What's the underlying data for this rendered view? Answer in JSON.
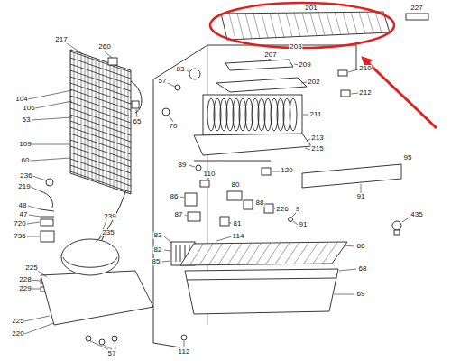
{
  "diagram": {
    "labels": [
      "201",
      "227",
      "217",
      "260",
      "83",
      "57",
      "207",
      "203",
      "209",
      "202",
      "210",
      "212",
      "211",
      "213",
      "215",
      "104",
      "106",
      "53",
      "65",
      "70",
      "109",
      "60",
      "236",
      "219",
      "48",
      "47",
      "720",
      "735",
      "239",
      "235",
      "225",
      "228",
      "229",
      "225",
      "220",
      "57",
      "112",
      "89",
      "110",
      "120",
      "80",
      "86",
      "88",
      "87",
      "226",
      "81",
      "83",
      "114",
      "82",
      "85",
      "95",
      "91",
      "9",
      "91",
      "435",
      "66",
      "68",
      "69"
    ]
  }
}
